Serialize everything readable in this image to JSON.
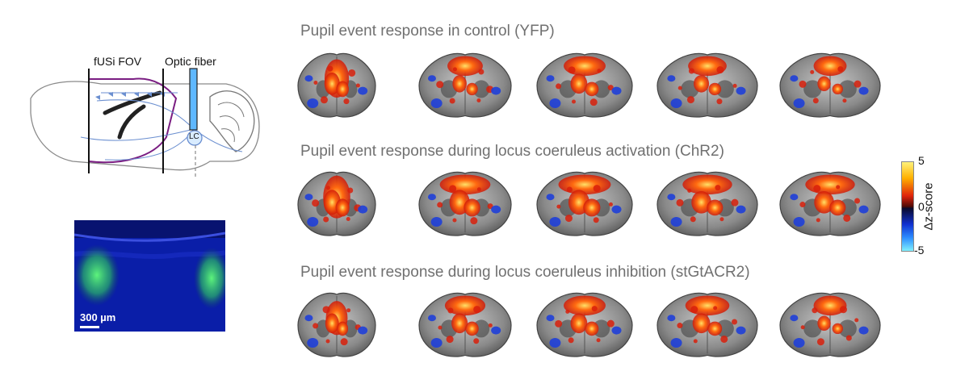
{
  "schematic": {
    "fov_label": "fUSi FOV",
    "fiber_label": "Optic fiber",
    "lc_label": "LC"
  },
  "histology": {
    "scale_label": "300 µm"
  },
  "rows": [
    {
      "title": "Pupil event response in control (YFP)"
    },
    {
      "title": "Pupil event response during locus coeruleus activation (ChR2)"
    },
    {
      "title": "Pupil event response during locus coeruleus inhibition (stGtACR2)"
    }
  ],
  "colorbar": {
    "label": "Δz-score",
    "max": "5",
    "mid": "0",
    "min": "-5"
  },
  "colors": {
    "title_gray": "#707070",
    "schematic_blue": "#6b8fd0",
    "schematic_purple": "#7a1d82",
    "fiber_blue": "#5fb8ff"
  }
}
